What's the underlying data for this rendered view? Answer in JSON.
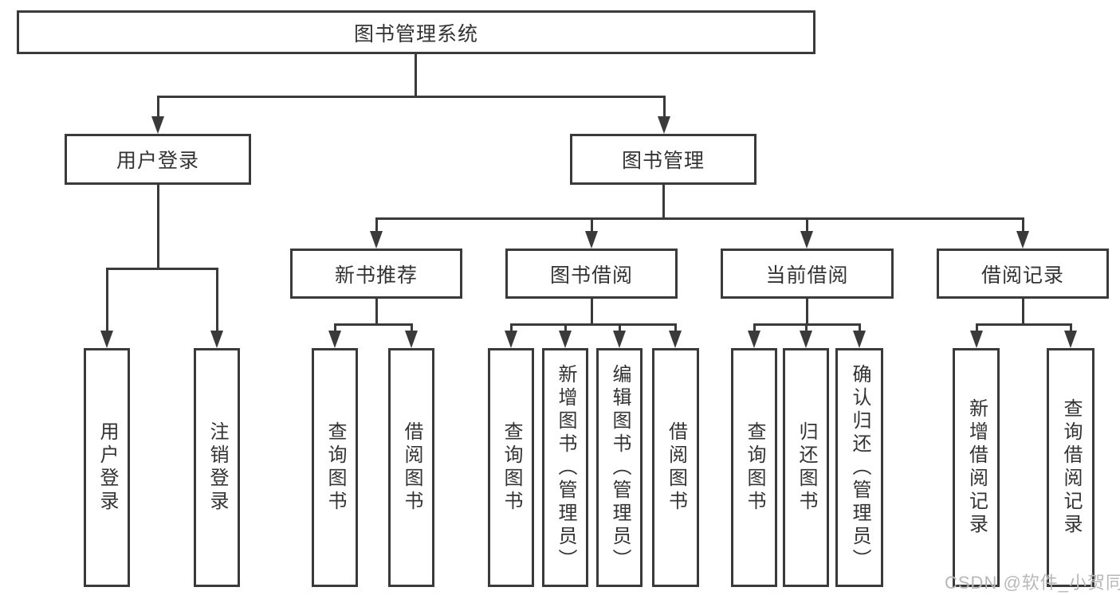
{
  "tree": {
    "label": "图书管理系统",
    "children": [
      {
        "label": "用户登录",
        "children": [
          {
            "label": "用户登录"
          },
          {
            "label": "注销登录"
          }
        ]
      },
      {
        "label": "图书管理",
        "children": [
          {
            "label": "新书推荐",
            "children": [
              {
                "label": "查询图书"
              },
              {
                "label": "借阅图书"
              }
            ]
          },
          {
            "label": "图书借阅",
            "children": [
              {
                "label": "查询图书"
              },
              {
                "label": "新增图书（管理员）"
              },
              {
                "label": "编辑图书（管理员）"
              },
              {
                "label": "借阅图书"
              }
            ]
          },
          {
            "label": "当前借阅",
            "children": [
              {
                "label": "查询图书"
              },
              {
                "label": "归还图书"
              },
              {
                "label": "确认归还（管理员）"
              }
            ]
          },
          {
            "label": "借阅记录",
            "children": [
              {
                "label": "新增借阅记录"
              },
              {
                "label": "查询借阅记录"
              }
            ]
          }
        ]
      }
    ]
  },
  "watermark": {
    "text": "CSDN @软件_小贺同学"
  },
  "colors": {
    "line": "#3a3a3a",
    "text": "#333333",
    "background": "#ffffff",
    "watermark": "#b8b8b8"
  }
}
